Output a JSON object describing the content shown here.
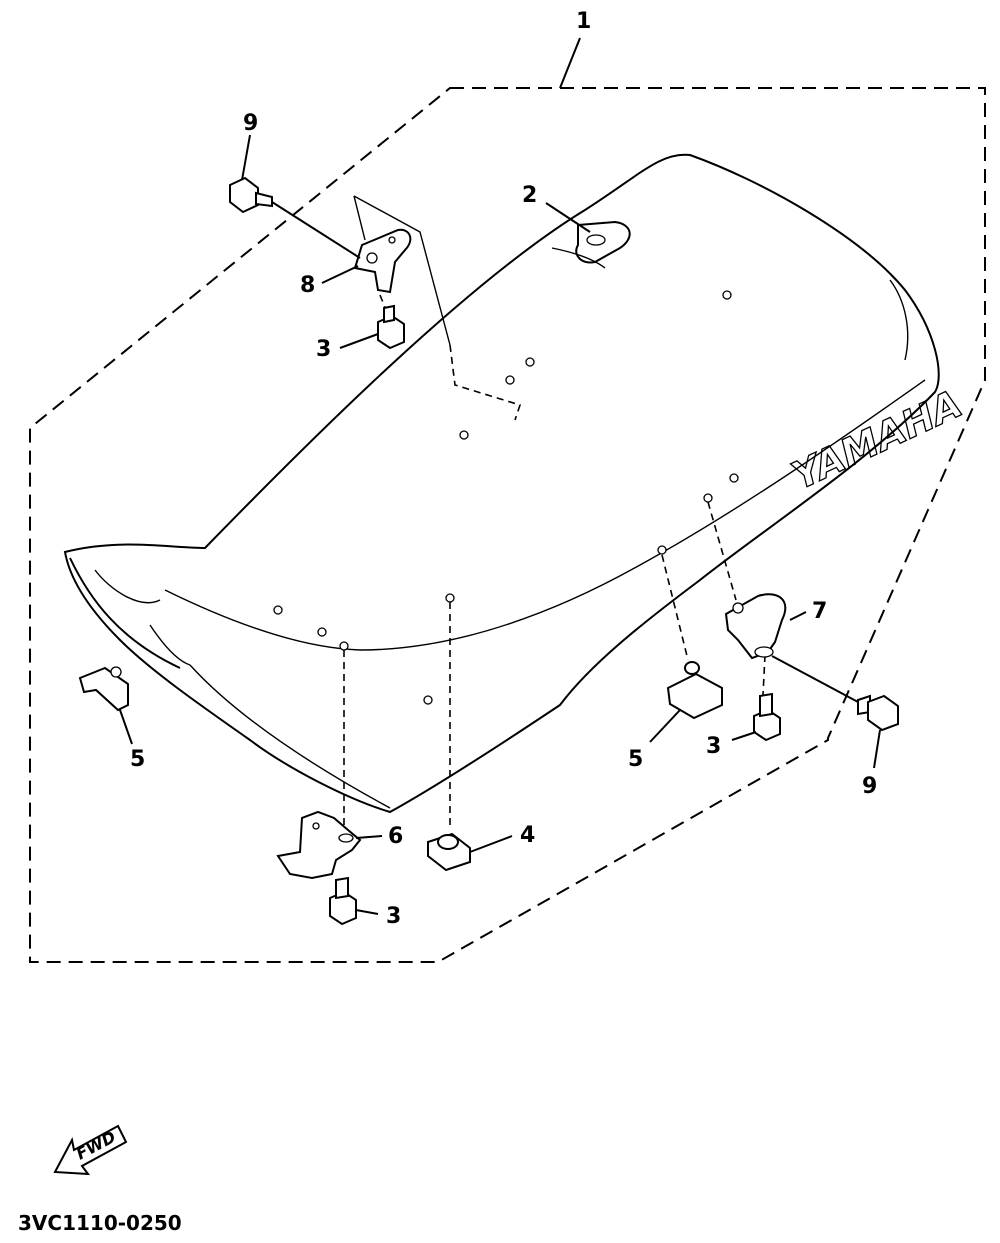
{
  "diagram": {
    "brand_text": "YAMAHA",
    "fwd_label": "FWD",
    "drawing_code": "3VC1110-0250",
    "callouts": {
      "seat_assembly": "1",
      "seat_hook": "2",
      "bolt_front": "3",
      "bolt_rear_left": "3",
      "bolt_rear_right": "3",
      "nut_center": "4",
      "damper_left": "5",
      "damper_right": "5",
      "bracket_front": "6",
      "bracket_right": "7",
      "bracket_rear": "8",
      "bolt_top_left": "9",
      "bolt_right": "9"
    }
  }
}
